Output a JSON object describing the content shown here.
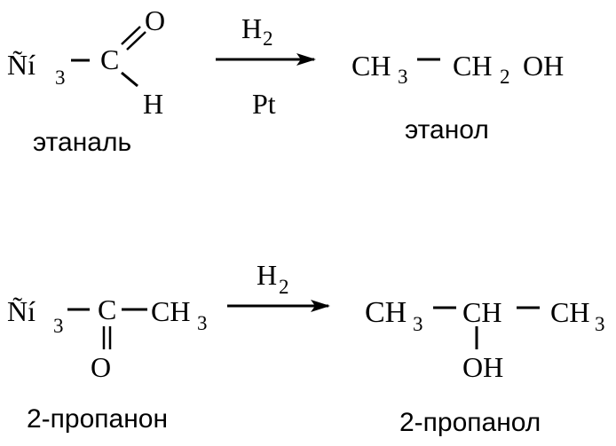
{
  "reactions": [
    {
      "reactant": {
        "garbled_prefix": "Ñí",
        "prefix_subscript": "3",
        "carbon": "C",
        "oxygen": "O",
        "hydrogen": "H",
        "name": "этаналь"
      },
      "reagent_above": {
        "text": "H",
        "subscript": "2"
      },
      "reagent_below": "Pt",
      "product": {
        "group1": "CH",
        "group1_subscript": "3",
        "group2": "CH",
        "group2_subscript": "2",
        "group3": "OH",
        "name": "этанол"
      }
    },
    {
      "reactant": {
        "garbled_prefix": "Ñí",
        "prefix_subscript": "3",
        "carbon": "C",
        "methyl": "CH",
        "methyl_subscript": "3",
        "oxygen": "O",
        "name": "2-пропанон"
      },
      "reagent_above": {
        "text": "H",
        "subscript": "2"
      },
      "product": {
        "group1": "CH",
        "group1_subscript": "3",
        "center": "CH",
        "group3": "CH",
        "group3_subscript": "3",
        "substituent": "OH",
        "name": "2-пропанол"
      }
    }
  ]
}
